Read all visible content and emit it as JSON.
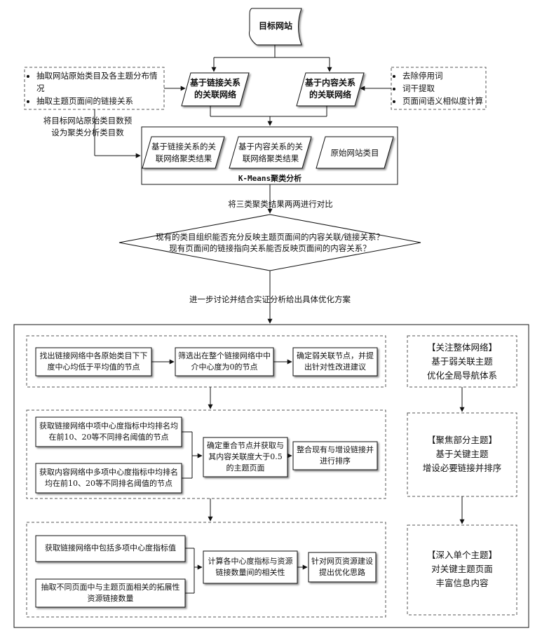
{
  "target_site": "目标网站",
  "left_notes": [
    "抽取网站原始类目及各主题分布情况",
    "抽取主题页面间的链接关系"
  ],
  "right_notes": [
    "去除停用词",
    "词干提取",
    "页面间语义相似度计算"
  ],
  "link_network": "基于链接关系的关联网络",
  "content_network": "基于内容关系的关联网络",
  "preset_note": "将目标网站原始类目数预设为聚类分析类目数",
  "cluster_items": [
    "基于链接关系的关联网络聚类结果",
    "基于内容关系的关联网络聚类结果",
    "原始网站类目"
  ],
  "kmeans": "K-Means聚类分析",
  "compare_note": "将三类聚类结果两两进行对比",
  "question_lines": [
    "现有的类目组织能否充分反映主题页面间的内容关联/链接关系？",
    "现有页面间的链接指向关系能否反映页面间的内容关系？"
  ],
  "further_note": "进一步讨论并结合实证分析给出具体优化方案",
  "row1": {
    "a": "找出链接网络中各原始类目下下度中心均低于平均值的节点",
    "b": "筛选出在整个链接网络中中介中心度为0的节点",
    "c": "确定弱关联节点，并提出针对性改进建议"
  },
  "row2": {
    "a": "获取链接网络中项中心度指标中均排名均在前10、20等不同排名阈值的节点",
    "b": "获取内容网络中多项中心度指标中均排名均在前10、20等不同排名阈值的节点",
    "c": "确定重合节点并获取与其内容关联度大于0.5的主题页面",
    "d": "整合现有与增设链接并进行排序"
  },
  "row3": {
    "a": "获取链接网络中包括多项中心度指标值",
    "b": "抽取不同页面中与主题页面相关的拓展性资源链接数量",
    "c": "计算各中心度指标与资源链接数量间的相关性",
    "d": "针对网页资源建设提出优化思路"
  },
  "focus1": {
    "title": "【关注整体网络】",
    "line1": "基于弱关联主题",
    "line2": "优化全局导航体系"
  },
  "focus2": {
    "title": "【聚焦部分主题】",
    "line1": "基于关键主题",
    "line2": "增设必要链接并排序"
  },
  "focus3": {
    "title": "【深入单个主题】",
    "line1": "对关键主题页面",
    "line2": "丰富信息内容"
  }
}
